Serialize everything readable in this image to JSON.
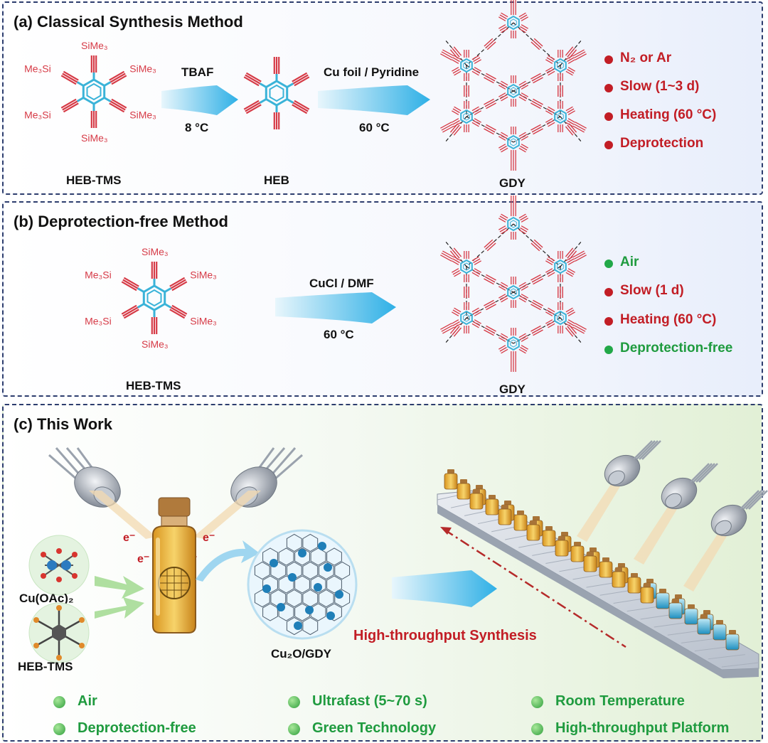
{
  "panel_a": {
    "title": "(a) Classical Synthesis Method",
    "reactant": "HEB-TMS",
    "step1_reagent": "TBAF",
    "step1_temp": "8 °C",
    "intermediate": "HEB",
    "step2_reagent": "Cu foil / Pyridine",
    "step2_temp": "60 °C",
    "product": "GDY",
    "conditions": [
      "N₂ or Ar",
      "Slow (1~3 d)",
      "Heating (60 °C)",
      "Deprotection"
    ]
  },
  "panel_b": {
    "title": "(b) Deprotection-free Method",
    "reactant": "HEB-TMS",
    "reagent": "CuCl / DMF",
    "temp": "60 °C",
    "product": "GDY",
    "conditions": [
      {
        "text": "Air",
        "tone": "good"
      },
      {
        "text": "Slow (1 d)",
        "tone": "bad"
      },
      {
        "text": "Heating (60 °C)",
        "tone": "bad"
      },
      {
        "text": "Deprotection-free",
        "tone": "good"
      }
    ]
  },
  "panel_c": {
    "title": "(c) This Work",
    "precursor_1": "Cu(OAc)₂",
    "precursor_2": "HEB-TMS",
    "electron": "e⁻",
    "product": "Cu₂O/GDY",
    "platform": "High-throughput Synthesis",
    "features": [
      "Air",
      "Ultrafast (5~70 s)",
      "Room Temperature",
      "Deprotection-free",
      "Green Technology",
      "High-throughput Platform"
    ]
  },
  "molecule_labels": {
    "tms": "SiMe₃",
    "tms_left": "Me₃Si"
  },
  "colors": {
    "bad": "#c21d25",
    "good": "#1f9b3f",
    "arrow": "#3db8e6",
    "ring": "#3ab3d8",
    "alkyne": "#d63a46",
    "border": "#2d3d6e"
  }
}
